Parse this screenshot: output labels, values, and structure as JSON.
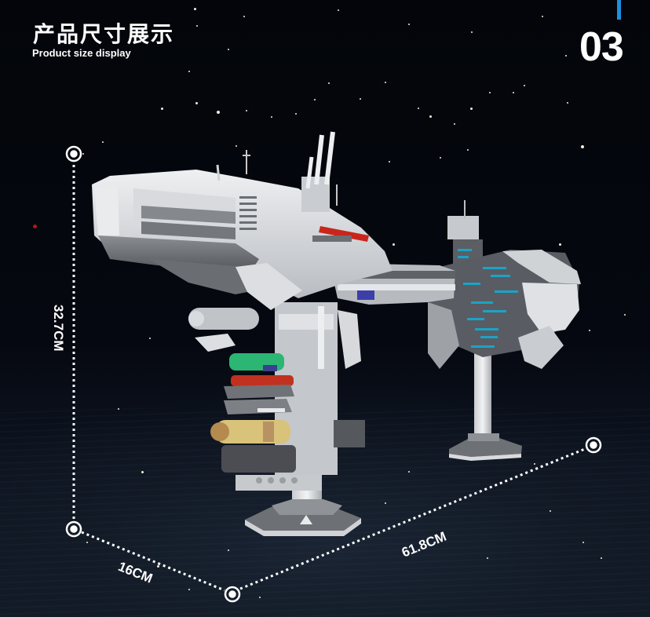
{
  "header": {
    "title_cn": "产品尺寸展示",
    "title_en": "Product size display",
    "page_number": "03",
    "accent_color": "#1e8fe0"
  },
  "dimensions": {
    "height": "32.7CM",
    "depth": "16CM",
    "length": "61.8CM"
  },
  "product": {
    "description": "Gray and white brick-built starship model on two display stands, with red, green, blue and tan accent pieces",
    "colors": {
      "hull_light": "#d6d8db",
      "hull_dark": "#6b6e73",
      "red_accent": "#c8261c",
      "green_accent": "#2bb673",
      "tan_accent": "#d9c27a",
      "blue_accent": "#1aa3c8"
    }
  }
}
